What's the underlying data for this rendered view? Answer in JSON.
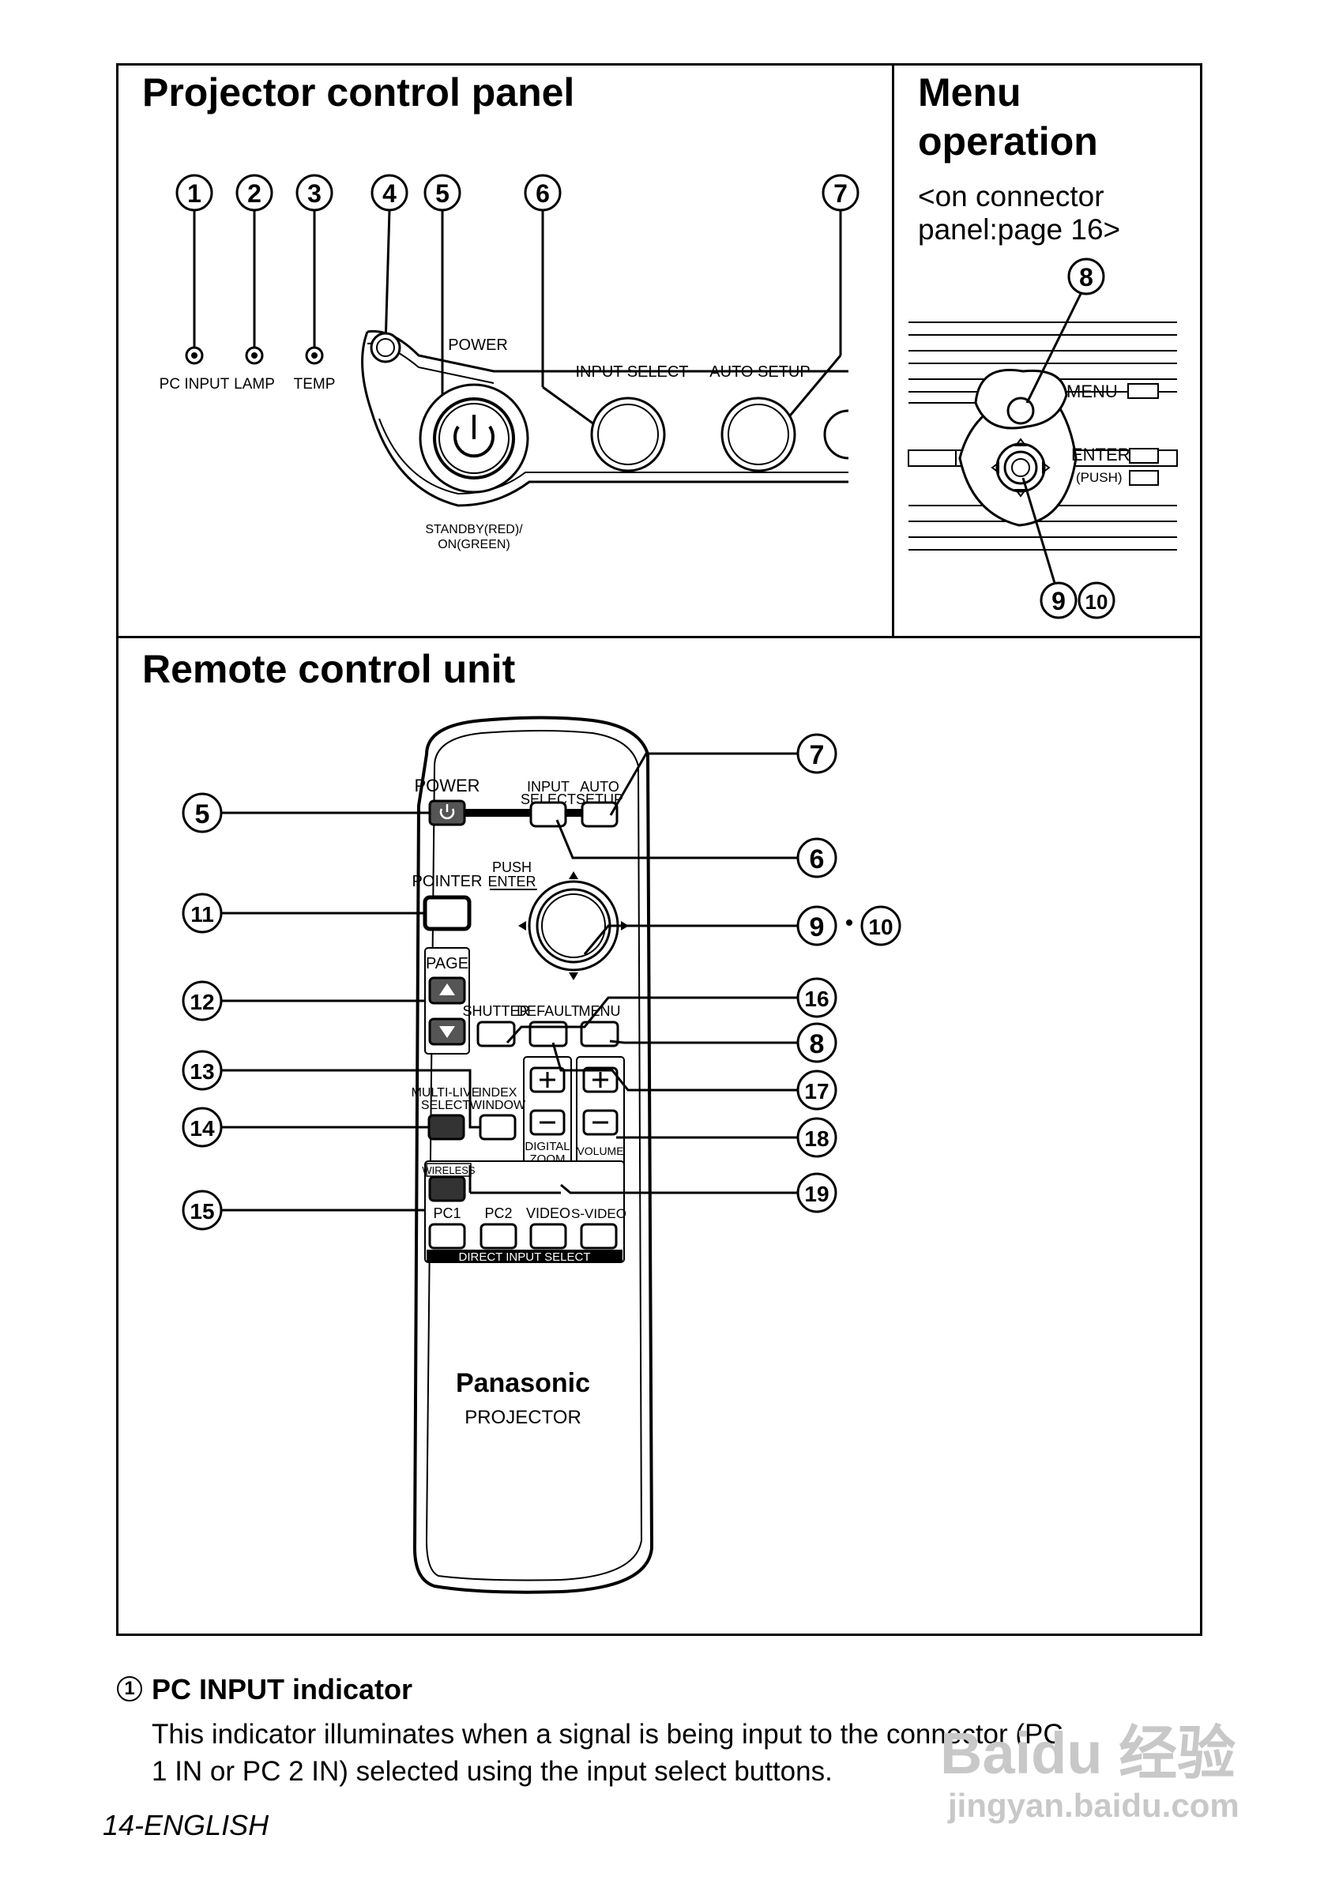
{
  "sections": {
    "control_panel_title": "Projector control panel",
    "menu_title_line1": "Menu",
    "menu_title_line2": "operation",
    "menu_sub_line1": "<on connector",
    "menu_sub_line2": "panel:page 16>",
    "remote_title": "Remote control unit"
  },
  "panel": {
    "indicator_labels": [
      "PC INPUT",
      "LAMP",
      "TEMP"
    ],
    "power_label": "POWER",
    "input_select_label": "INPUT SELECT",
    "auto_setup_label": "AUTO SETUP",
    "standby_line1": "STANDBY(RED)/",
    "standby_line2": "ON(GREEN)",
    "callouts": [
      "1",
      "2",
      "3",
      "4",
      "5",
      "6",
      "7"
    ]
  },
  "menu_panel": {
    "menu_label": "MENU",
    "enter_label": "ENTER",
    "push_label": "(PUSH)",
    "callout_top": "8",
    "callout_bottom_a": "9",
    "callout_bottom_b": "10"
  },
  "remote": {
    "power": "POWER",
    "input_select_1": "INPUT",
    "input_select_2": "SELECT",
    "auto_setup_1": "AUTO",
    "auto_setup_2": "SETUP",
    "push": "PUSH",
    "enter": "ENTER",
    "pointer": "POINTER",
    "page": "PAGE",
    "shutter": "SHUTTER",
    "default": "DEFAULT",
    "menu": "MENU",
    "multi_live_1": "MULTI-LIVE",
    "multi_live_2": "SELECT",
    "index_1": "INDEX",
    "index_2": "WINDOW",
    "digital_1": "DIGITAL",
    "digital_2": "ZOOM",
    "volume": "VOLUME",
    "wireless": "WIRELESS",
    "pc1": "PC1",
    "pc2": "PC2",
    "video": "VIDEO",
    "svideo": "S-VIDEO",
    "direct_input": "DIRECT INPUT SELECT",
    "brand": "Panasonic",
    "product": "PROJECTOR",
    "callouts_left": [
      "5",
      "11",
      "12",
      "13",
      "14",
      "15"
    ],
    "callouts_right": [
      "7",
      "6",
      "9",
      "10",
      "16",
      "8",
      "17",
      "18",
      "19"
    ]
  },
  "footer": {
    "item_number": "1",
    "item_title": "PC INPUT indicator",
    "body_line1": "This indicator illuminates when a signal is being input to the connector (PC",
    "body_line2": "1 IN or PC 2 IN) selected using the input select buttons.",
    "page_label": "14-ENGLISH",
    "watermark_1": "Baidu 经验",
    "watermark_2": "jingyan.baidu.com"
  }
}
